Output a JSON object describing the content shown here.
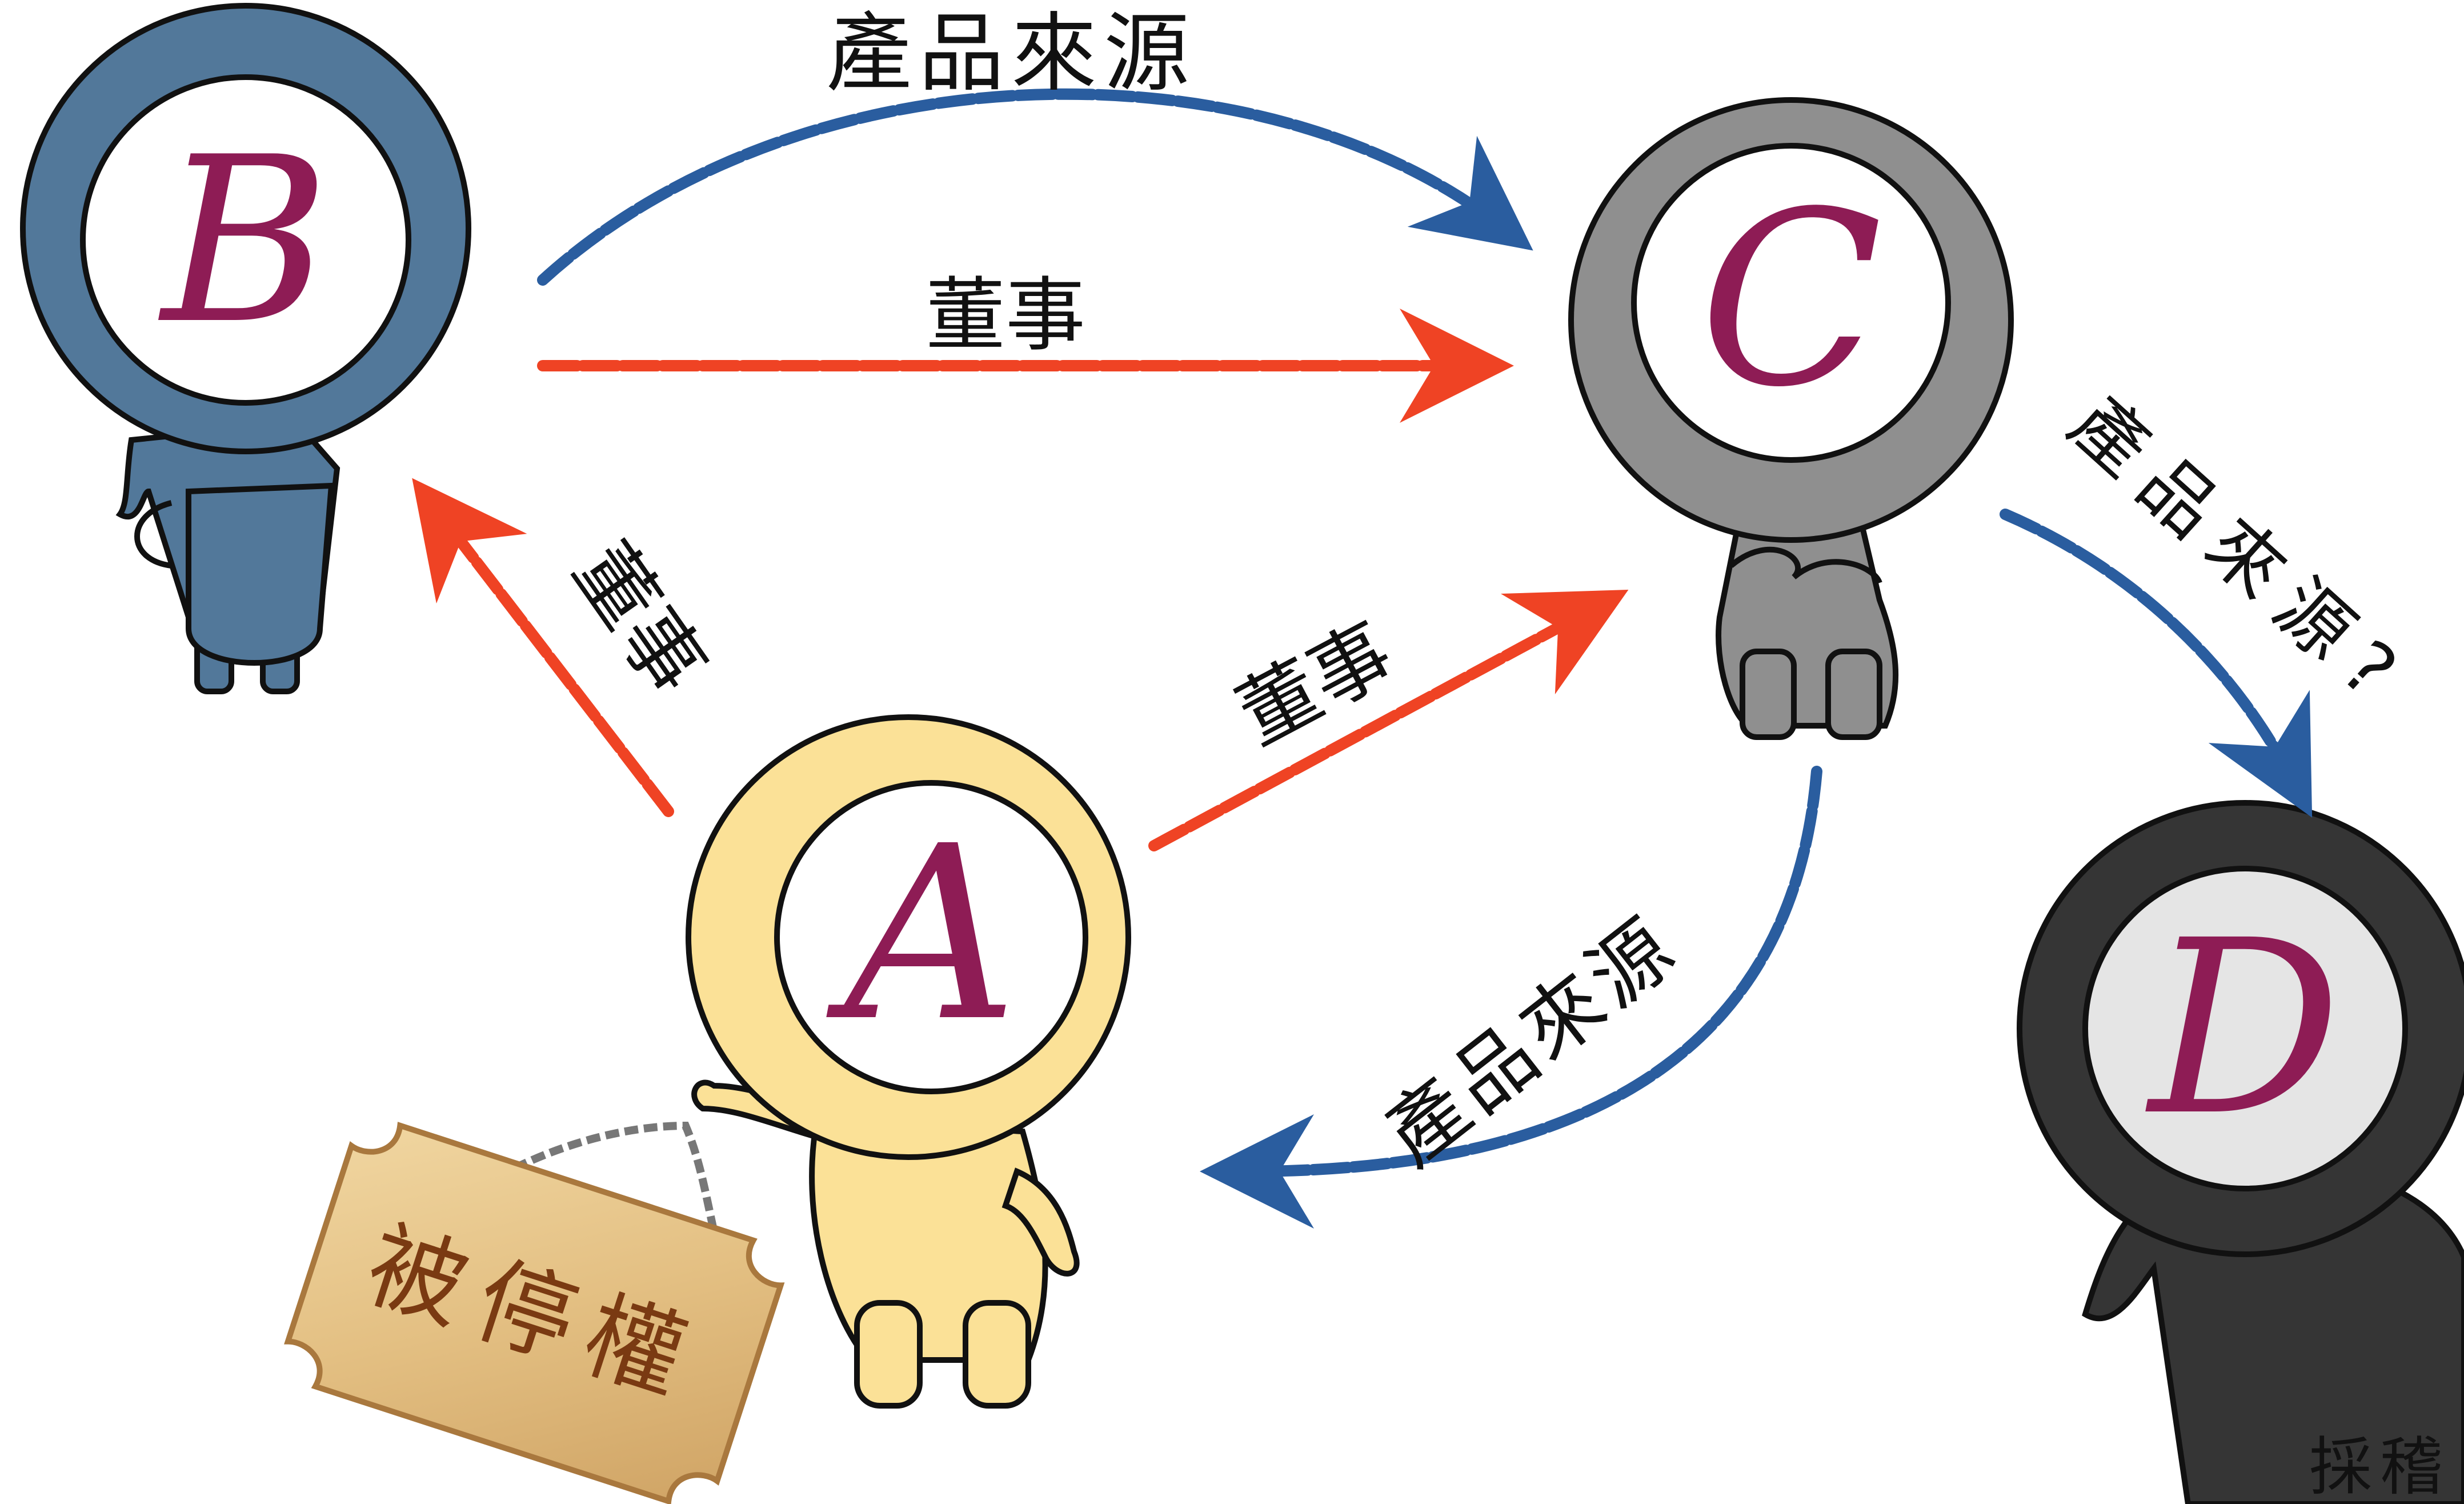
{
  "characters": {
    "b": {
      "letter": "B",
      "body_color": "#52789a"
    },
    "c": {
      "letter": "C",
      "body_color": "#8f8f8f"
    },
    "a": {
      "letter": "A",
      "body_color": "#fbe197"
    },
    "d": {
      "letter": "D",
      "body_color": "#353535"
    }
  },
  "labels": {
    "b_to_c_product": "產品來源",
    "b_to_c_director": "董事",
    "a_to_b_director": "董事",
    "a_to_c_director": "董事",
    "c_to_a_product": "產品來源",
    "c_to_d_product": "產品來源?"
  },
  "sign": {
    "text": "被停權"
  },
  "footer": {
    "partial_text": "採稽"
  },
  "colors": {
    "blue_arrow": "#2a5d9f",
    "red_arrow": "#ef4324",
    "letter": "#8e1c55"
  }
}
